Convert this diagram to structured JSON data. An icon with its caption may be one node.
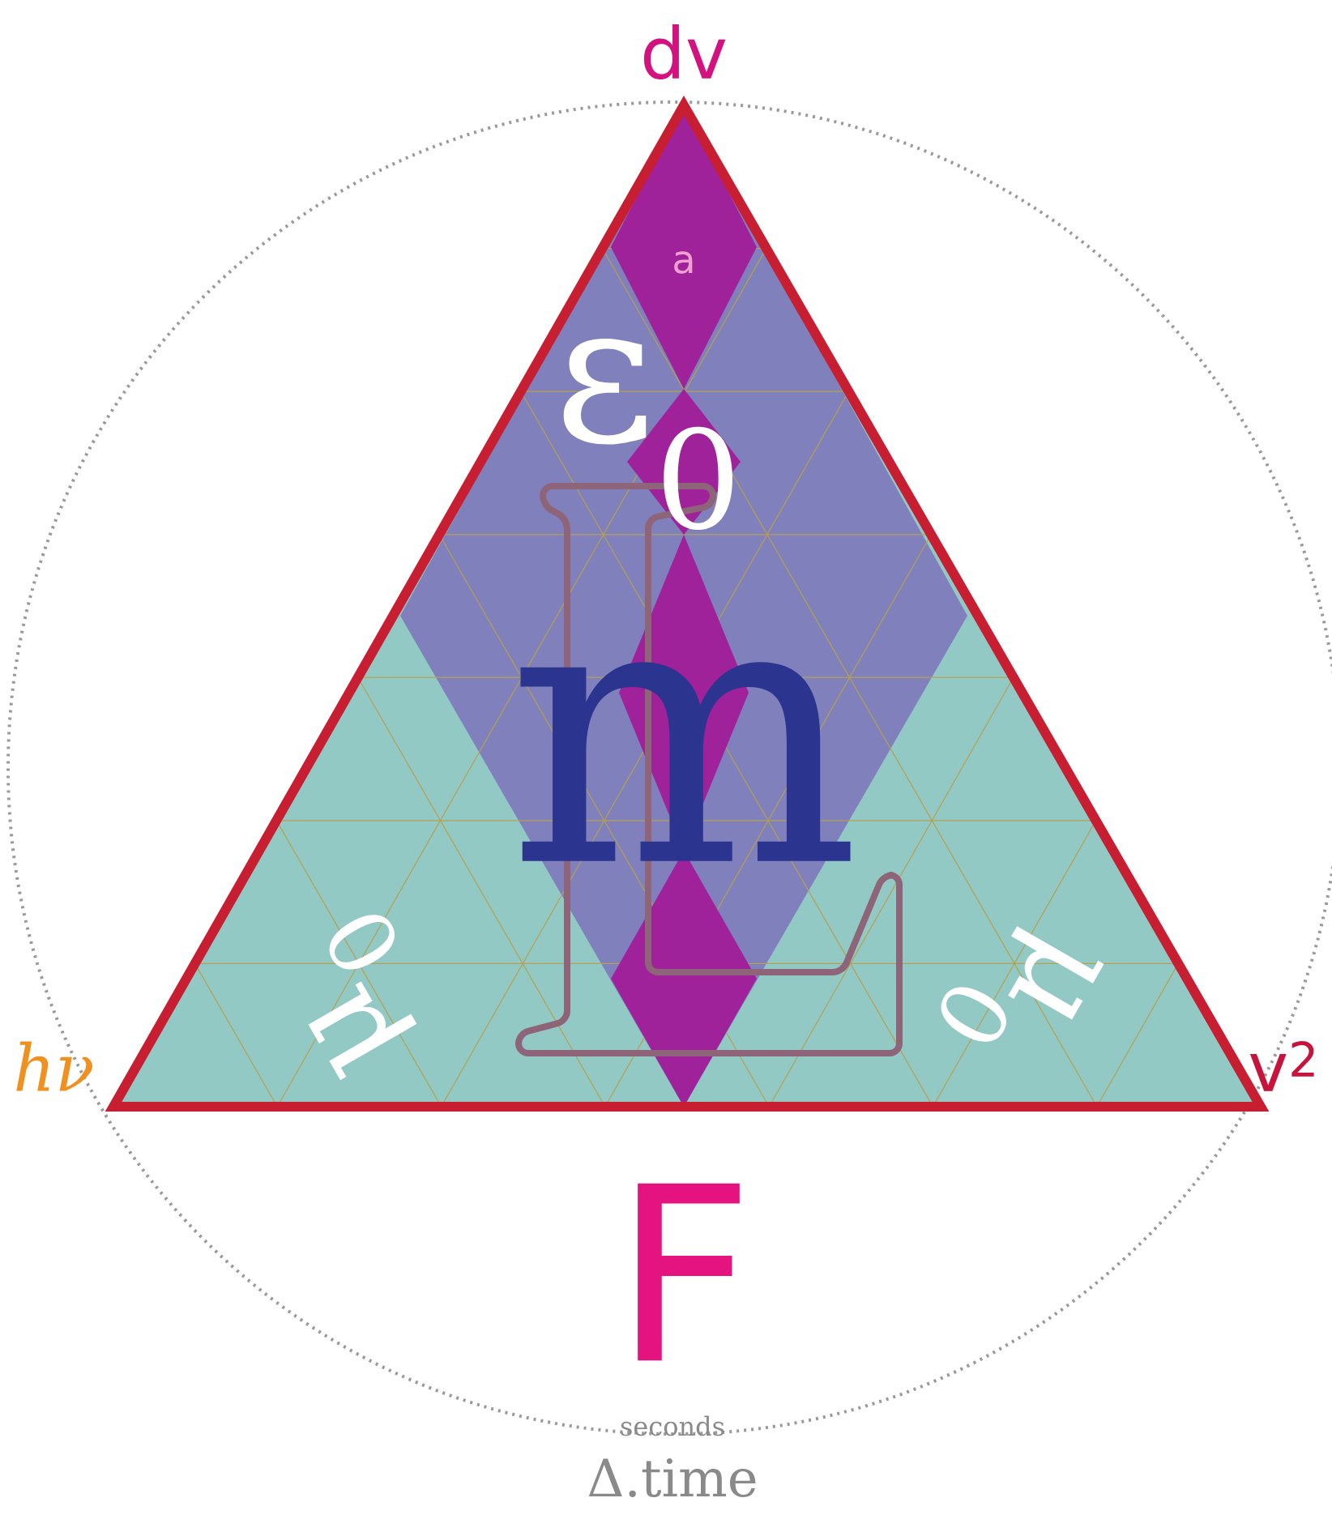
{
  "diagram": {
    "labels": [
      "dv",
      "a",
      "ε$_{0}$",
      "m",
      "μ$_{0}$",
      "μ$_{0}$",
      "hν",
      "v$^{2}$",
      "F",
      "seconds",
      "Δ.time"
    ]
  }
}
